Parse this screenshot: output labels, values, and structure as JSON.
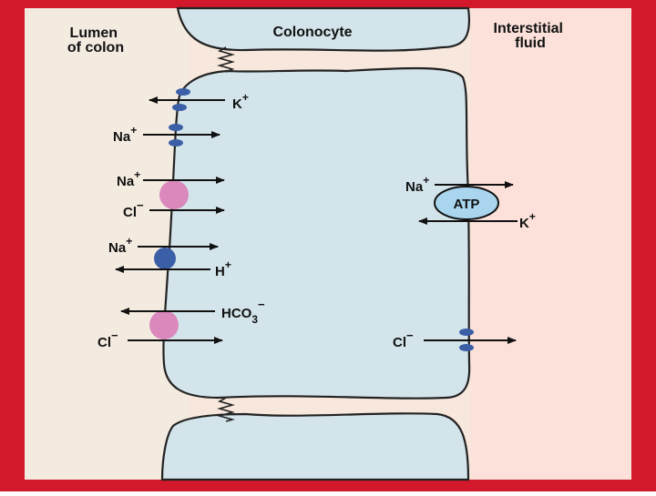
{
  "colors": {
    "frame": "#d1192b",
    "lumen_bg": "#f3ebe0",
    "interstitial_bg": "#fbe1da",
    "cell_fill": "#d3e4eb",
    "channel_blue": "#3a5fa6",
    "exchanger_pink": "#db88bd",
    "atp_fill": "#a9d6ee",
    "arrow": "#111111"
  },
  "regions": {
    "lumen": [
      "Lumen",
      "of colon"
    ],
    "cell": "Colonocyte",
    "interstitial": [
      "Interstitial",
      "fluid"
    ]
  },
  "apical": {
    "k": {
      "ion": "K",
      "charge": "+"
    },
    "na_channel": {
      "ion": "Na",
      "charge": "+"
    },
    "na_cl_cotransport": [
      {
        "ion": "Na",
        "charge": "+"
      },
      {
        "ion": "Cl",
        "charge": "−"
      }
    ],
    "na_h_exchange": [
      {
        "ion": "Na",
        "charge": "+"
      },
      {
        "ion": "H",
        "charge": "+"
      }
    ],
    "cl_hco3_exchange": [
      {
        "ion": "HCO",
        "sub": "3",
        "charge": "−"
      },
      {
        "ion": "Cl",
        "charge": "−"
      }
    ]
  },
  "basolateral": {
    "pump": {
      "label": "ATP",
      "in": {
        "ion": "Na",
        "charge": "+"
      },
      "out": {
        "ion": "K",
        "charge": "+"
      }
    },
    "cl_channel": {
      "ion": "Cl",
      "charge": "−"
    }
  }
}
